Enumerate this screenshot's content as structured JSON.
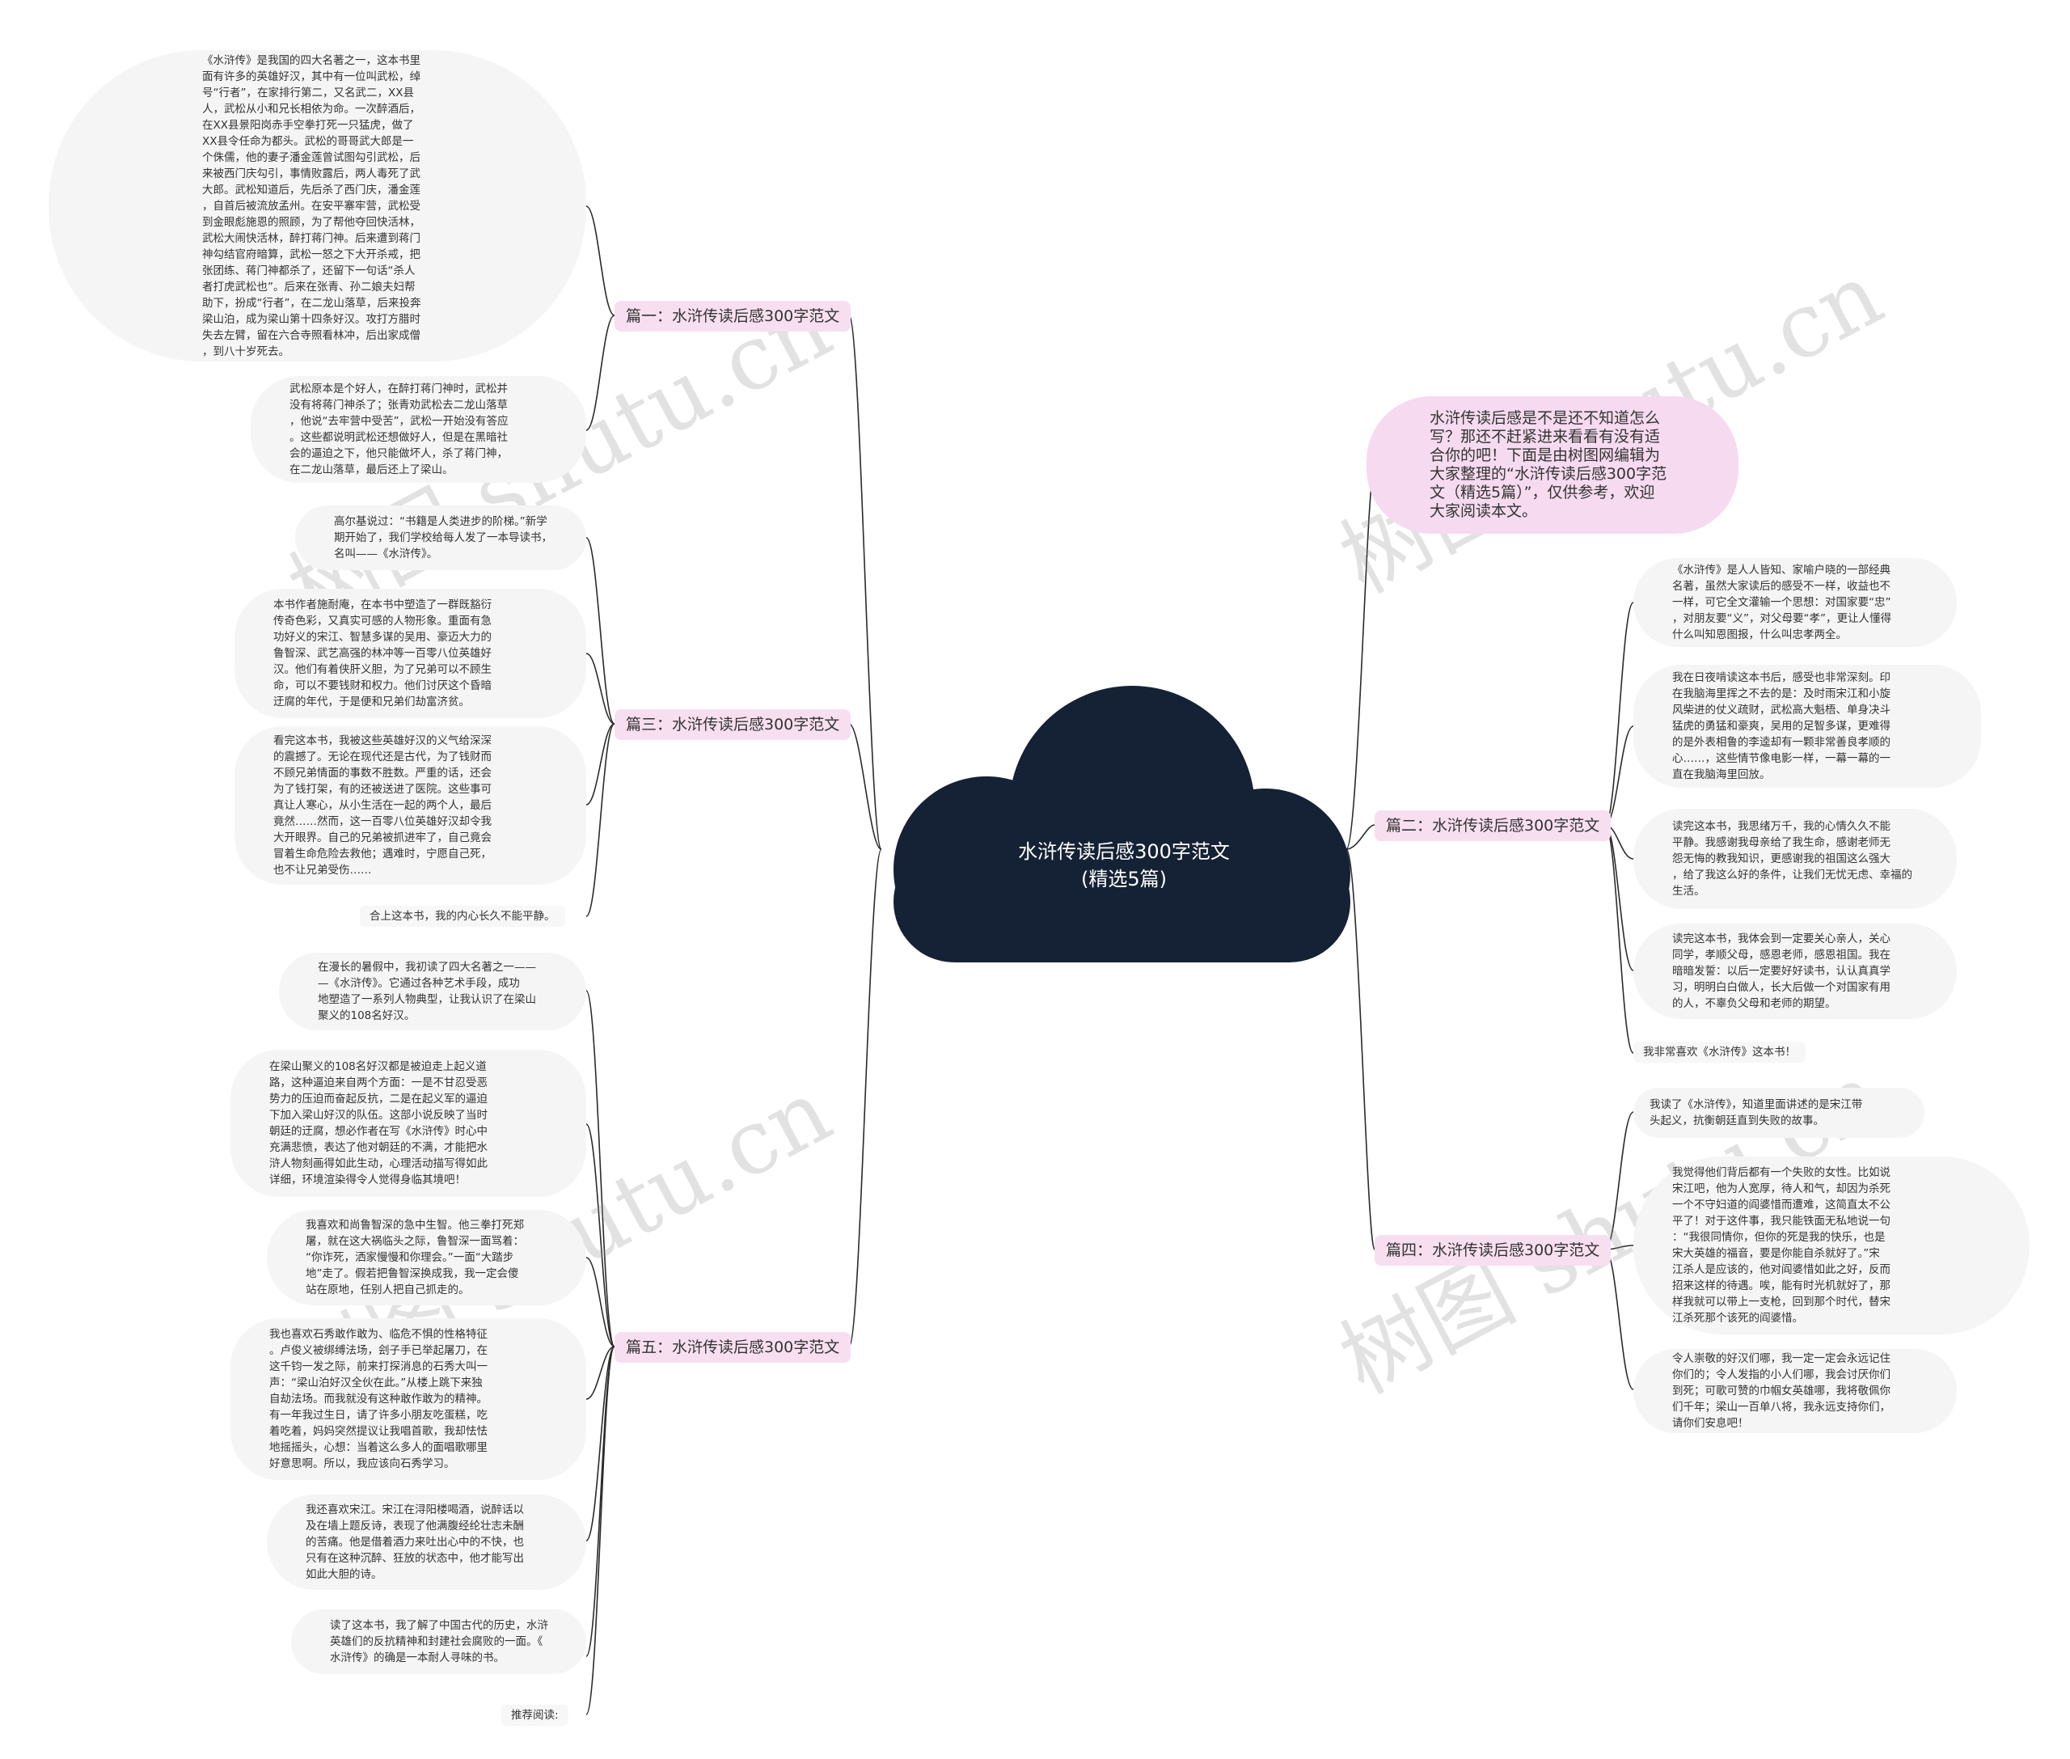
{
  "center": {
    "title": "水浒传读后感300字范文\n(精选5篇)"
  },
  "intro": {
    "text": "水浒传读后感是不是还不知道怎么\n写？那还不赶紧进来看看有没有适\n合你的吧！下面是由树图网编辑为\n大家整理的“水浒传读后感300字范\n文（精选5篇）”，仅供参考，欢迎\n大家阅读本文。"
  },
  "watermark": {
    "text": "树图 shutu.cn"
  },
  "branches": {
    "b1": "篇一：水浒传读后感300字范文",
    "b2": "篇二：水浒传读后感300字范文",
    "b3": "篇三：水浒传读后感300字范文",
    "b4": "篇四：水浒传读后感300字范文",
    "b5": "篇五：水浒传读后感300字范文"
  },
  "leaves": {
    "b1_1": "《水浒传》是我国的四大名著之一，这本书里\n面有许多的英雄好汉，其中有一位叫武松，绰\n号“行者”，在家排行第二，又名武二，XX县\n人，武松从小和兄长相依为命。一次醉酒后，\n在XX县景阳岗赤手空拳打死一只猛虎，做了\nXX县令任命为都头。武松的哥哥武大郎是一\n个侏儒，他的妻子潘金莲曾试图勾引武松，后\n来被西门庆勾引，事情败露后，两人毒死了武\n大郎。武松知道后，先后杀了西门庆，潘金莲\n，自首后被流放孟州。在安平寨牢营，武松受\n到金眼彪施恩的照顾，为了帮他夺回快活林，\n武松大闹快活林，醉打蒋门神。后来遭到蒋门\n神勾结官府暗算，武松一怒之下大开杀戒，把\n张团练、蒋门神都杀了，还留下一句话“杀人\n者打虎武松也”。后来在张青、孙二娘夫妇帮\n助下，扮成“行者”，在二龙山落草，后来投奔\n梁山泊，成为梁山第十四条好汉。攻打方腊时\n失去左臂，留在六合寺照看林冲，后出家成僧\n，到八十岁死去。",
    "b1_2": "武松原本是个好人，在醉打蒋门神时，武松并\n没有将蒋门神杀了；张青劝武松去二龙山落草\n，他说“去牢营中受苦”，武松一开始没有答应\n。这些都说明武松还想做好人，但是在黑暗社\n会的逼迫之下，他只能做坏人，杀了蒋门神，\n在二龙山落草，最后还上了梁山。",
    "b3_1": "高尔基说过：“书籍是人类进步的阶梯。”新学\n期开始了，我们学校给每人发了一本导读书，\n名叫——《水浒传》。",
    "b3_2": "本书作者施耐庵，在本书中塑造了一群既豁衍\n传奇色彩，又真实可感的人物形象。重面有急\n功好义的宋江、智慧多谋的吴用、豪迈大力的\n鲁智深、武艺高强的林冲等一百零八位英雄好\n汉。他们有着侠肝义胆，为了兄弟可以不顾生\n命，可以不要钱财和权力。他们讨厌这个昏暗\n迂腐的年代，于是便和兄弟们劫富济贫。",
    "b3_3": "看完这本书，我被这些英雄好汉的义气给深深\n的震撼了。无论在现代还是古代，为了钱财而\n不顾兄弟情面的事数不胜数。严重的话，还会\n为了钱打架，有的还被送进了医院。这些事可\n真让人寒心，从小生活在一起的两个人，最后\n竟然……然而，这一百零八位英雄好汉却令我\n大开眼界。自己的兄弟被抓进牢了，自己竟会\n冒着生命危险去救他；遇难时，宁愿自己死，\n也不让兄弟受伤……",
    "b3_4": "合上这本书，我的内心长久不能平静。",
    "b5_1": "在漫长的暑假中，我初读了四大名著之一——\n—《水浒传》。它通过各种艺术手段，成功\n地塑造了一系列人物典型，让我认识了在梁山\n聚义的108名好汉。",
    "b5_2": "在梁山聚义的108名好汉都是被迫走上起义道\n路，这种逼迫来自两个方面：一是不甘忍受恶\n势力的压迫而奋起反抗，二是在起义军的逼迫\n下加入梁山好汉的队伍。这部小说反映了当时\n朝廷的迂腐，想必作者在写《水浒传》时心中\n充满悲愤，表达了他对朝廷的不满，才能把水\n浒人物刻画得如此生动，心理活动描写得如此\n详细，环境渲染得令人觉得身临其境吧！",
    "b5_3": "我喜欢和尚鲁智深的急中生智。他三拳打死郑\n屠，就在这大祸临头之际，鲁智深一面骂着：\n“你诈死，洒家慢慢和你理会。”一面“大踏步\n地”走了。假若把鲁智深换成我，我一定会傻\n站在原地，任别人把自己抓走的。",
    "b5_4": "我也喜欢石秀敢作敢为、临危不惧的性格特征\n。卢俊义被绑缚法场，刽子手已举起屠刀，在\n这千钧一发之际，前来打探消息的石秀大叫一\n声：“梁山泊好汉全伙在此。”从楼上跳下来独\n自劫法场。而我就没有这种敢作敢为的精神。\n有一年我过生日，请了许多小朋友吃蛋糕，吃\n着吃着，妈妈突然提议让我唱首歌，我却怯怯\n地摇摇头，心想：当着这么多人的面唱歌哪里\n好意思啊。所以，我应该向石秀学习。",
    "b5_5": "我还喜欢宋江。宋江在浔阳楼喝酒，说醉话以\n及在墙上题反诗，表现了他满腹经纶壮志未酬\n的苦痛。他是借着酒力来吐出心中的不快，也\n只有在这种沉醉、狂放的状态中，他才能写出\n如此大胆的诗。",
    "b5_6": "读了这本书，我了解了中国古代的历史，水浒\n英雄们的反抗精神和封建社会腐败的一面。《\n水浒传》的确是一本耐人寻味的书。",
    "b5_7": "推荐阅读:",
    "b2_1": "《水浒传》是人人皆知、家喻户晓的一部经典\n名著，虽然大家读后的感受不一样，收益也不\n一样，可它全文灌输一个思想：对国家要“忠”\n，对朋友要“义”，对父母要“孝”，更让人懂得\n什么叫知恩图报，什么叫忠孝两全。",
    "b2_2": "我在日夜啃读这本书后，感受也非常深刻。印\n在我脑海里挥之不去的是：及时雨宋江和小旋\n风柴进的仗义疏财，武松高大魁梧、单身决斗\n猛虎的勇猛和豪爽，吴用的足智多谋，更难得\n的是外表相鲁的李逵却有一颗非常善良孝顺的\n心……，这些情节像电影一样，一幕一幕的一\n直在我脑海里回放。",
    "b2_3": "读完这本书，我思绪万千，我的心情久久不能\n平静。我感谢我母亲给了我生命，感谢老师无\n怨无悔的教我知识，更感谢我的祖国这么强大\n，给了我这么好的条件，让我们无忧无虑、幸福的\n生活。",
    "b2_4": "读完这本书，我体会到一定要关心亲人，关心\n同学，孝顺父母，感恩老师，感恩祖国。我在\n暗暗发誓：以后一定要好好读书，认认真真学\n习，明明白白做人，长大后做一个对国家有用\n的人，不辜负父母和老师的期望。",
    "b2_5": "我非常喜欢《水浒传》这本书！",
    "b4_1": "我读了《水浒传》，知道里面讲述的是宋江带\n头起义，抗衡朝廷直到失败的故事。",
    "b4_2": "我觉得他们背后都有一个失败的女性。比如说\n宋江吧，他为人宽厚，待人和气，却因为杀死\n一个不守妇道的阎婆惜而遭难，这简直太不公\n平了！对于这件事，我只能铁面无私地说一句\n：“我很同情你，但你的死是我的快乐，也是\n宋大英雄的福音，要是你能自杀就好了。”宋\n江杀人是应该的，他对阎婆惜如此之好，反而\n招来这样的待遇。唉，能有时光机就好了，那\n样我就可以带上一支枪，回到那个时代，替宋\n江杀死那个该死的阎婆惜。",
    "b4_3": "令人崇敬的好汉们哪，我一定一定会永远记住\n你们的；令人发指的小人们哪，我会讨厌你们\n到死；可歌可赞的巾帼女英雄哪，我将敬佩你\n们千年；梁山一百单八将，我永远支持你们，\n请你们安息吧！"
  },
  "colors": {
    "cloud": "#152235",
    "branch_bg": "#f7dff0",
    "leaf_bg": "#f5f5f5",
    "line": "#333333"
  }
}
